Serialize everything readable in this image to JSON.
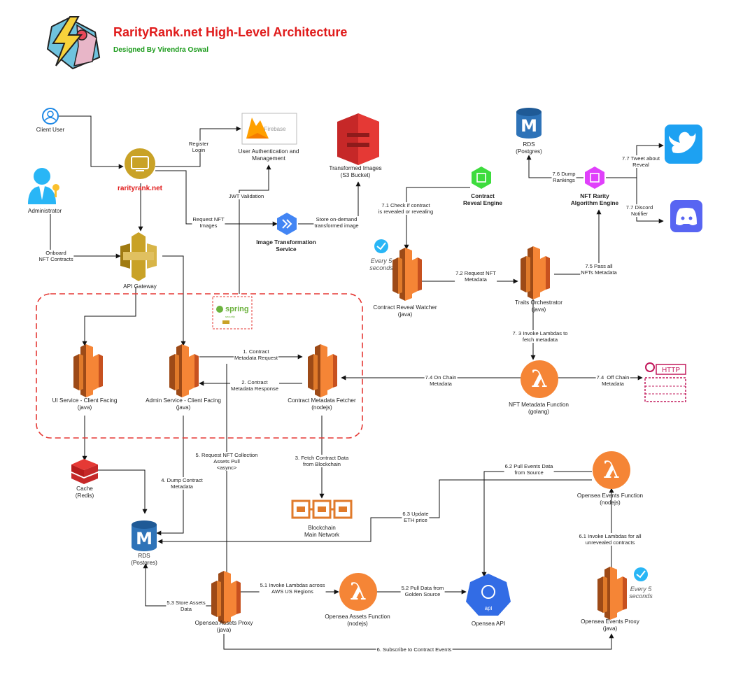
{
  "header": {
    "title": "RarityRank.net High-Level Architecture",
    "subtitle": "Designed By Virendra Oswal"
  },
  "nodes": {
    "client_user": "Client User",
    "administrator": "Administrator",
    "rarityrank": "rarityrank.net",
    "firebase_brand": "Firebase",
    "firebase": "User Authentication and\nManagement",
    "s3": "Transformed Images\n(S3 Bucket)",
    "image_service": "Image Transformation\nService",
    "reveal_engine": "Contract\nReveal Engine",
    "rds_top": "RDS\n(Postgres)",
    "rarity_engine": "NFT Rarity\nAlgorithm Engine",
    "api_gateway": "API Gateway",
    "spring": "spring",
    "spring_sub": "security",
    "reveal_watcher": "Contract Reveal Watcher\n(java)",
    "traits_orchestrator": "Traits Orchestrator\n(java)",
    "ui_service": "UI Service - Client Facing\n(java)",
    "admin_service": "Admin Service - Client Facing\n(java)",
    "metadata_fetcher": "Contract Metadata Fetcher\n(nodejs)",
    "metadata_function": "NFT Metadata Function\n(golang)",
    "http": "HTTP",
    "cache": "Cache\n(Redis)",
    "blockchain": "Blockchain\nMain Network",
    "rds_bottom": "RDS\n(Postgres)",
    "events_function": "Opensea Events Function\n(nodejs)",
    "assets_proxy": "Opensea Assets Proxy\n(java)",
    "assets_function": "Opensea Assets Function\n(nodejs)",
    "opensea_api": "Opensea API",
    "opensea_api_icon": "api",
    "events_proxy": "Opensea Events Proxy\n(java)",
    "every5_a": "Every 5\nseconds",
    "every5_b": "Every 5\nseconds",
    "rds_m": "M",
    "lambda": "λ"
  },
  "edges": {
    "register_login": "Register\nLogin",
    "jwt": "JWT Validation",
    "request_images": "Request NFT\nImages",
    "store_image": "Store on-demand\ntransformed image",
    "onboard": "Onboard\nNFT Contracts",
    "e71": "7.1 Check if contract\nis revealed or revealing",
    "e72": "7.2 Request NFT\nMetadata",
    "e73": "7. 3 Invoke Lambdas to\nfetch metadata",
    "e74a": "7.4 On Chain\nMetadata",
    "e74b": "7.4  Off Chain\nMetadata",
    "e75": "7.5 Pass all\nNFTs Metadata",
    "e76": "7.6 Dump\nRankings",
    "e77a": "7.7 Tweet about\nReveal",
    "e77b": "7.7 Discord\nNotifier",
    "e1": "1. Contract\nMetadata Request",
    "e2": "2. Contract\nMetadata Response",
    "e3": "3. Fetch Contract Data\nfrom Blockchain",
    "e4": "4. Dump Contract\nMetadata",
    "e5": "5. Request NFT Collection\nAssets Pull\n<async>",
    "e51": "5.1 Invoke Lambdas across\nAWS US Regions",
    "e52": "5.2 Pull Data from\nGolden Source",
    "e53": "5.3 Store Assets\nData",
    "e6": "6. Subscribe to Contract Events",
    "e61": "6.1 Invoke Lambdas for all\nunrevealed contracts",
    "e62": "6.2 Pull Events Data\nfrom Source",
    "e63": "6.3 Update\nETH price"
  },
  "colors": {
    "title": "#e01b1b",
    "subtitle": "#1a9a1a",
    "aws_orange": "#f58536",
    "aws_dark": "#c7511f",
    "rds_blue": "#2e73b8",
    "redis_red": "#c62828",
    "twitter": "#1da1f2",
    "discord": "#5865f2",
    "opensea_api": "#326ce5",
    "gcp_blue": "#4285f4",
    "reveal_green": "#3ddc3d",
    "rarity_pink": "#e040fb",
    "spring_green": "#6db33f",
    "gateway_gold": "#c9a227",
    "dashed_red": "#e53935"
  }
}
